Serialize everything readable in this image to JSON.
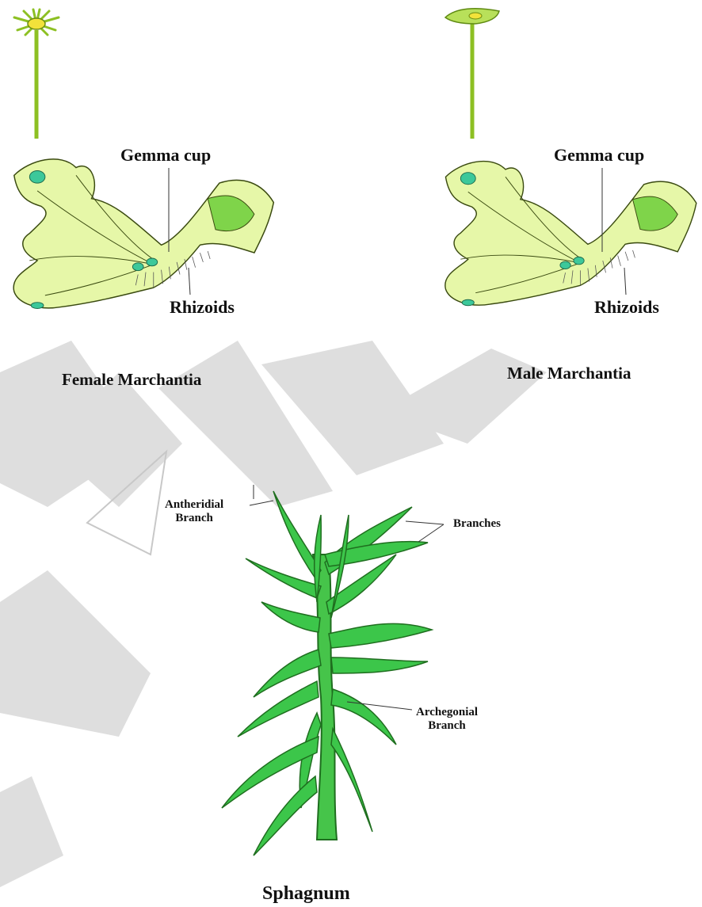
{
  "female": {
    "label_gemma": "Gemma cup",
    "label_rhizoids": "Rhizoids",
    "caption": "Female Marchantia"
  },
  "male": {
    "label_gemma": "Gemma cup",
    "label_rhizoids": "Rhizoids",
    "caption": "Male Marchantia"
  },
  "sphagnum": {
    "label_antheridial_1": "Antheridial",
    "label_antheridial_2": "Branch",
    "label_branches": "Branches",
    "label_archegonial_1": "Archegonial",
    "label_archegonial_2": "Branch",
    "caption": "Sphagnum"
  },
  "colors": {
    "thallus_fill": "#e6f7a8",
    "thallus_stroke": "#3a4a10",
    "stalk": "#a6d63a",
    "cup": "#3cc89a",
    "moss_leaf": "#3cc64a",
    "moss_dark": "#1f6e1f",
    "watermark": "#dedede"
  }
}
